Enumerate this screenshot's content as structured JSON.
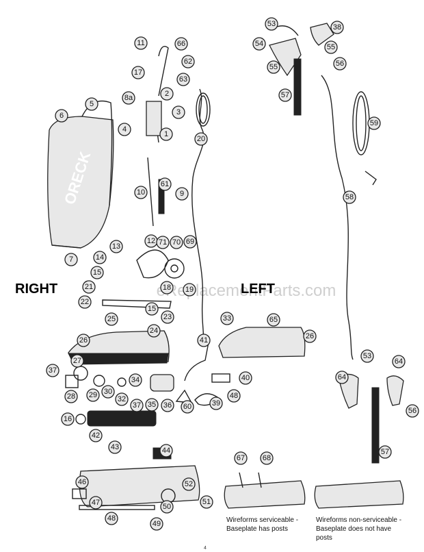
{
  "labels": {
    "right": "RIGHT",
    "left": "LEFT",
    "watermark": "eReplacementParts.com",
    "brand": "ORECK",
    "caption_serviceable": [
      "Wireforms serviceable -",
      "Baseplate has posts"
    ],
    "caption_nonserviceable": [
      "Wireforms non-serviceable -",
      "Baseplate does not have",
      "posts"
    ],
    "page_number": "4"
  },
  "callouts": [
    {
      "id": "c11",
      "text": "11"
    },
    {
      "id": "c66",
      "text": "66"
    },
    {
      "id": "c62",
      "text": "62"
    },
    {
      "id": "c17",
      "text": "17"
    },
    {
      "id": "c63",
      "text": "63"
    },
    {
      "id": "c8a",
      "text": "8a"
    },
    {
      "id": "c2",
      "text": "2"
    },
    {
      "id": "c3",
      "text": "3"
    },
    {
      "id": "c5",
      "text": "5"
    },
    {
      "id": "c6",
      "text": "6"
    },
    {
      "id": "c4",
      "text": "4"
    },
    {
      "id": "c1",
      "text": "1"
    },
    {
      "id": "c20",
      "text": "20"
    },
    {
      "id": "c10",
      "text": "10"
    },
    {
      "id": "c61",
      "text": "61"
    },
    {
      "id": "c9",
      "text": "9"
    },
    {
      "id": "c7",
      "text": "7"
    },
    {
      "id": "c12",
      "text": "12"
    },
    {
      "id": "c71",
      "text": "71"
    },
    {
      "id": "c70",
      "text": "70"
    },
    {
      "id": "c69",
      "text": "69"
    },
    {
      "id": "c13",
      "text": "13"
    },
    {
      "id": "c14",
      "text": "14"
    },
    {
      "id": "c15a",
      "text": "15"
    },
    {
      "id": "c18",
      "text": "18"
    },
    {
      "id": "c19",
      "text": "19"
    },
    {
      "id": "c21",
      "text": "21"
    },
    {
      "id": "c22",
      "text": "22"
    },
    {
      "id": "c15b",
      "text": "15"
    },
    {
      "id": "c25",
      "text": "25"
    },
    {
      "id": "c23",
      "text": "23"
    },
    {
      "id": "c24",
      "text": "24"
    },
    {
      "id": "c33",
      "text": "33"
    },
    {
      "id": "c65",
      "text": "65"
    },
    {
      "id": "c26a",
      "text": "26"
    },
    {
      "id": "c26b",
      "text": "26"
    },
    {
      "id": "c41",
      "text": "41"
    },
    {
      "id": "c27",
      "text": "27"
    },
    {
      "id": "c37a",
      "text": "37"
    },
    {
      "id": "c28",
      "text": "28"
    },
    {
      "id": "c29",
      "text": "29"
    },
    {
      "id": "c30",
      "text": "30"
    },
    {
      "id": "c32",
      "text": "32"
    },
    {
      "id": "c34",
      "text": "34"
    },
    {
      "id": "c37b",
      "text": "37"
    },
    {
      "id": "c35",
      "text": "35"
    },
    {
      "id": "c36",
      "text": "36"
    },
    {
      "id": "c60",
      "text": "60"
    },
    {
      "id": "c39",
      "text": "39"
    },
    {
      "id": "c40",
      "text": "40"
    },
    {
      "id": "c48a",
      "text": "48"
    },
    {
      "id": "c16",
      "text": "16"
    },
    {
      "id": "c42",
      "text": "42"
    },
    {
      "id": "c43",
      "text": "43"
    },
    {
      "id": "c44",
      "text": "44"
    },
    {
      "id": "c46",
      "text": "46"
    },
    {
      "id": "c47",
      "text": "47"
    },
    {
      "id": "c52",
      "text": "52"
    },
    {
      "id": "c50",
      "text": "50"
    },
    {
      "id": "c51",
      "text": "51"
    },
    {
      "id": "c48b",
      "text": "48"
    },
    {
      "id": "c49",
      "text": "49"
    },
    {
      "id": "c53a",
      "text": "53"
    },
    {
      "id": "c38",
      "text": "38"
    },
    {
      "id": "c54",
      "text": "54"
    },
    {
      "id": "c55a",
      "text": "55"
    },
    {
      "id": "c55b",
      "text": "55"
    },
    {
      "id": "c56a",
      "text": "56"
    },
    {
      "id": "c57a",
      "text": "57"
    },
    {
      "id": "c59",
      "text": "59"
    },
    {
      "id": "c58",
      "text": "58"
    },
    {
      "id": "c53b",
      "text": "53"
    },
    {
      "id": "c64a",
      "text": "64"
    },
    {
      "id": "c64b",
      "text": "64"
    },
    {
      "id": "c56b",
      "text": "56"
    },
    {
      "id": "c57b",
      "text": "57"
    },
    {
      "id": "c67",
      "text": "67"
    },
    {
      "id": "c68",
      "text": "68"
    }
  ]
}
